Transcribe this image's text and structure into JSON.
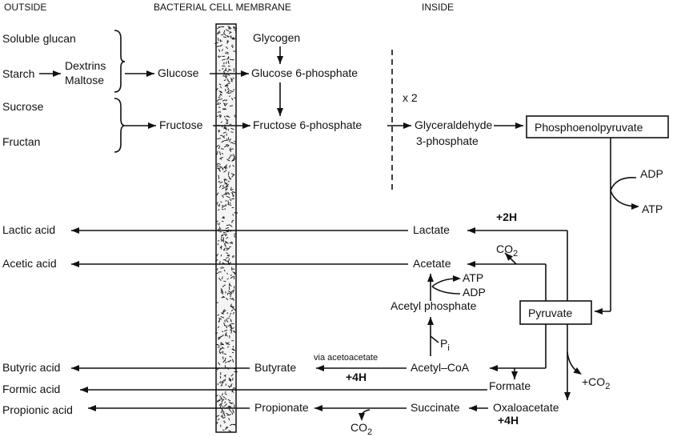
{
  "headers": {
    "outside": "OUTSIDE",
    "membrane": "BACTERIAL CELL MEMBRANE",
    "inside": "INSIDE"
  },
  "outside": {
    "soluble_glucan": "Soluble glucan",
    "starch": "Starch",
    "dextrins": "Dextrins",
    "maltose": "Maltose",
    "sucrose": "Sucrose",
    "fructan": "Fructan",
    "glucose": "Glucose",
    "fructose": "Fructose",
    "lactic_acid": "Lactic acid",
    "acetic_acid": "Acetic acid",
    "butyric_acid": "Butyric acid",
    "formic_acid": "Formic acid",
    "propionic_acid": "Propionic acid"
  },
  "inside": {
    "glycogen": "Glycogen",
    "glucose_6p": "Glucose 6-phosphate",
    "fructose_6p": "Fructose 6-phosphate",
    "times2": "x 2",
    "glyceraldehyde": "Glyceraldehyde",
    "glyceraldehyde2": "3-phosphate",
    "pep": "Phosphoenolpyruvate",
    "adp_top": "ADP",
    "atp_top": "ATP",
    "pyruvate": "Pyruvate",
    "lactate": "Lactate",
    "plus2h": "+2H",
    "acetate": "Acetate",
    "co2_a": "CO",
    "co2_sub": "2",
    "atp_mid": "ATP",
    "adp_mid": "ADP",
    "acetyl_phosphate": "Acetyl phosphate",
    "pi": "P",
    "pi_sub": "i",
    "acetyl_coa": "Acetyl–CoA",
    "formate": "Formate",
    "butyrate": "Butyrate",
    "via_acetoacetate": "via acetoacetate",
    "plus4h_a": "+4H",
    "oxaloacetate": "Oxaloacetate",
    "plus_co2": "+CO",
    "succinate": "Succinate",
    "plus4h_b": "+4H",
    "propionate": "Propionate",
    "co2_b": "CO"
  }
}
